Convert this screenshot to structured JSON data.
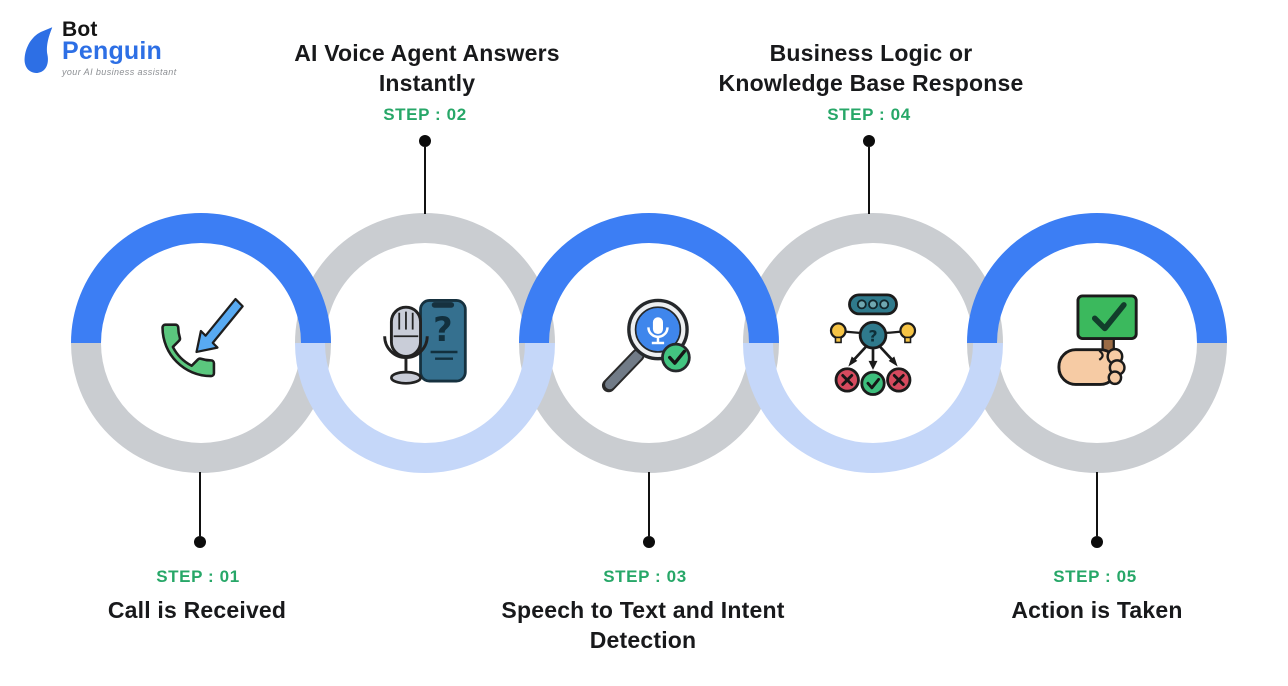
{
  "logo": {
    "line1": "Bot",
    "line2": "Penguin",
    "tagline": "your AI business assistant"
  },
  "colors": {
    "blue": "#3C7EF4",
    "lightblue": "#C5D7F9",
    "gray": "#CACDD1",
    "green": "#27A768",
    "ink": "#18191B",
    "logoblue": "#2D6FE5",
    "logoink": "#141414",
    "taglinegray": "#8C8F93"
  },
  "steps": [
    {
      "label": "STEP : 01",
      "title": "Call is Received",
      "position": "bottom",
      "icon": "incoming-call-icon"
    },
    {
      "label": "STEP : 02",
      "title": "AI Voice Agent Answers Instantly",
      "position": "top",
      "icon": "mic-phone-icon"
    },
    {
      "label": "STEP : 03",
      "title": "Speech to Text and Intent Detection",
      "position": "bottom",
      "icon": "speech-intent-search-icon"
    },
    {
      "label": "STEP : 04",
      "title": "Business Logic or Knowledge Base Response",
      "position": "top",
      "icon": "decision-flow-icon"
    },
    {
      "label": "STEP : 05",
      "title": "Action is Taken",
      "position": "bottom",
      "icon": "action-hand-icon"
    }
  ]
}
